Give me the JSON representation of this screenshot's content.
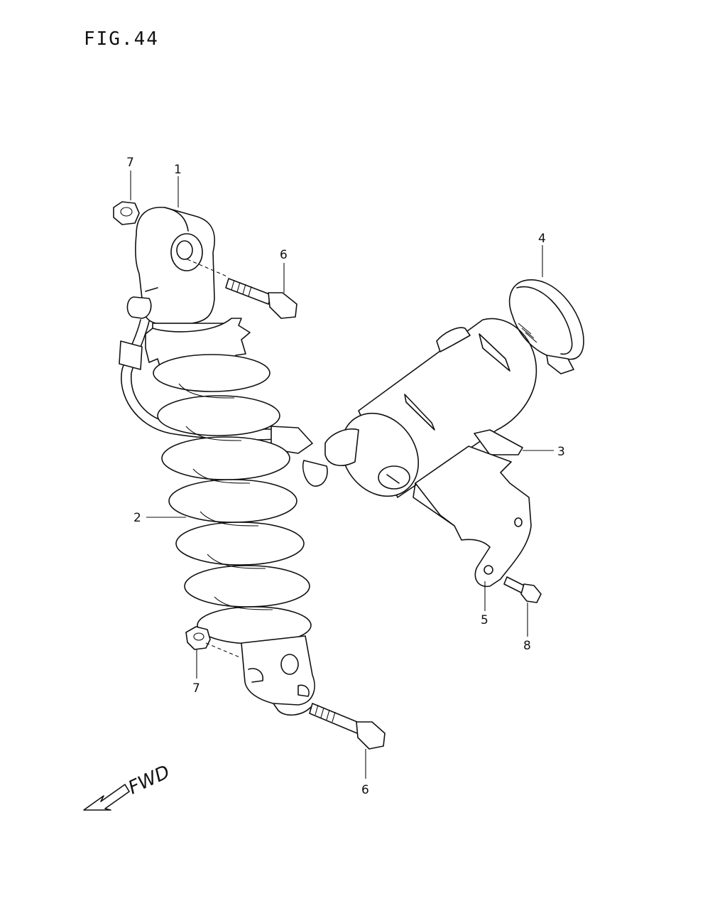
{
  "figure": {
    "title": "FIG.44"
  },
  "callouts": [
    {
      "id": "c7a",
      "number": "7"
    },
    {
      "id": "c1",
      "number": "1"
    },
    {
      "id": "c6a",
      "number": "6"
    },
    {
      "id": "c4",
      "number": "4"
    },
    {
      "id": "c3",
      "number": "3"
    },
    {
      "id": "c2",
      "number": "2"
    },
    {
      "id": "c5",
      "number": "5"
    },
    {
      "id": "c8",
      "number": "8"
    },
    {
      "id": "c7b",
      "number": "7"
    },
    {
      "id": "c6b",
      "number": "6"
    }
  ],
  "direction": {
    "label": "FWD"
  }
}
